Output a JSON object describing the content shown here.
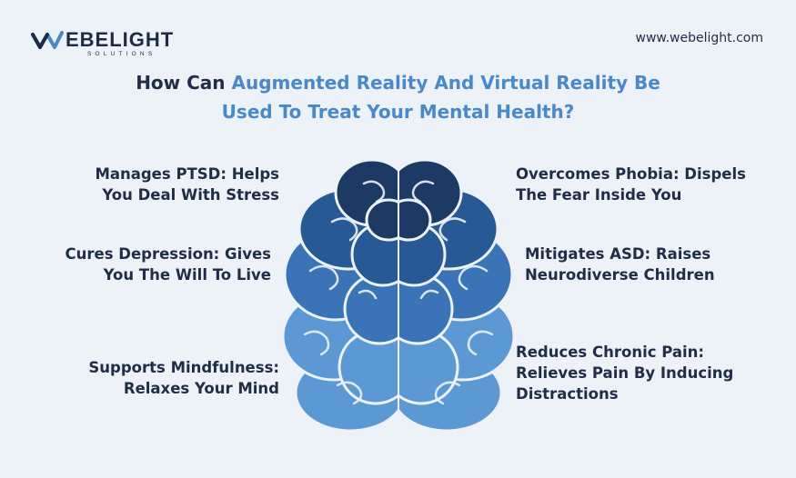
{
  "logo": {
    "name": "EBELIGHT",
    "subtitle": "SOLUTIONS",
    "icon": "w-wave-icon"
  },
  "website": "www.webelight.com",
  "title": {
    "prefix": "How Can",
    "highlight_line1": "Augmented Reality And Virtual Reality Be",
    "highlight_line2": "Used To Treat Your Mental Health?"
  },
  "benefits": {
    "left": [
      {
        "line1": "Manages PTSD: Helps",
        "line2": "You Deal With Stress"
      },
      {
        "line1": "Cures Depression: Gives",
        "line2": "You The Will To Live"
      },
      {
        "line1": "Supports Mindfulness:",
        "line2": "Relaxes Your Mind"
      }
    ],
    "right": [
      {
        "line1": "Overcomes Phobia: Dispels",
        "line2": "The Fear Inside You"
      },
      {
        "line1": "Mitigates ASD: Raises",
        "line2": "Neurodiverse Children"
      },
      {
        "line1": "Reduces Chronic Pain:",
        "line2": "Relieves Pain By Inducing",
        "line3": "Distractions"
      }
    ]
  },
  "colors": {
    "background": "#edf1f8",
    "text": "#1f2d47",
    "accent": "#4a89c8",
    "brain_shades": [
      "#1d3a64",
      "#275a94",
      "#3b74b6",
      "#5b98d4"
    ]
  }
}
